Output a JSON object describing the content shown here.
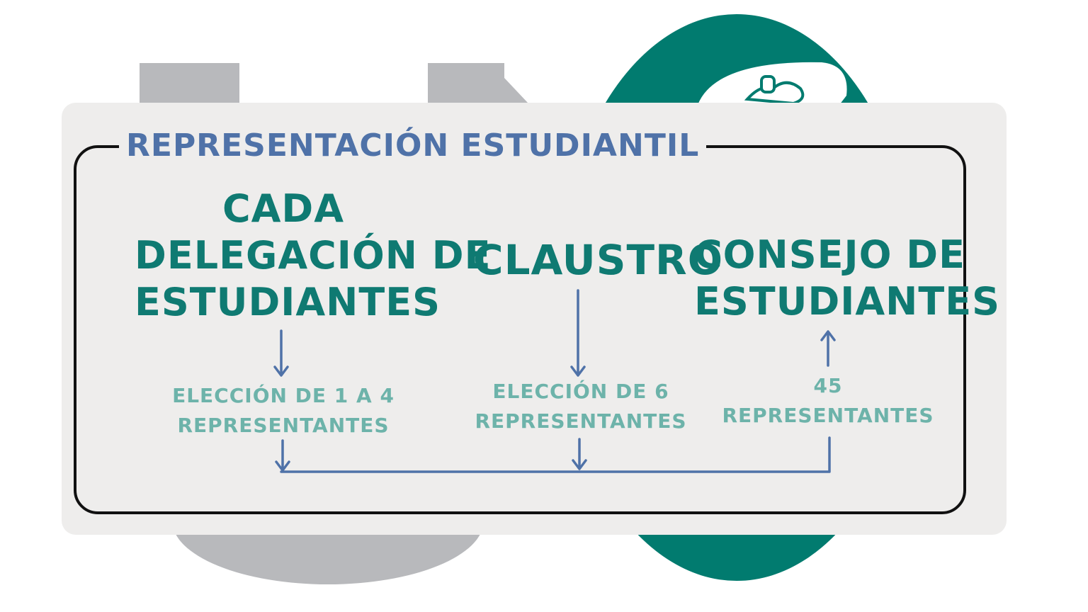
{
  "title": "REPRESENTACIÓN ESTUDIANTIL",
  "columns": [
    {
      "heading_lines": [
        "CADA",
        "DELEGACIÓN DE",
        "ESTUDIANTES"
      ],
      "note_lines": [
        "ELECCIÓN DE 1 A 4",
        "REPRESENTANTES"
      ]
    },
    {
      "heading_lines": [
        "CLAUSTRO"
      ],
      "note_lines": [
        "ELECCIÓN DE 6",
        "REPRESENTANTES"
      ]
    },
    {
      "heading_lines": [
        "CONSEJO DE",
        "ESTUDIANTES"
      ],
      "note_lines": [
        "45",
        "REPRESENTANTES"
      ]
    }
  ],
  "colors": {
    "title": "#4f72a8",
    "heading": "#0f7a72",
    "note": "#6db3aa",
    "arrow": "#4f72a8",
    "panel": "#eeedec",
    "logo_grey": "#b8b9bc",
    "logo_green": "#017b6f"
  }
}
